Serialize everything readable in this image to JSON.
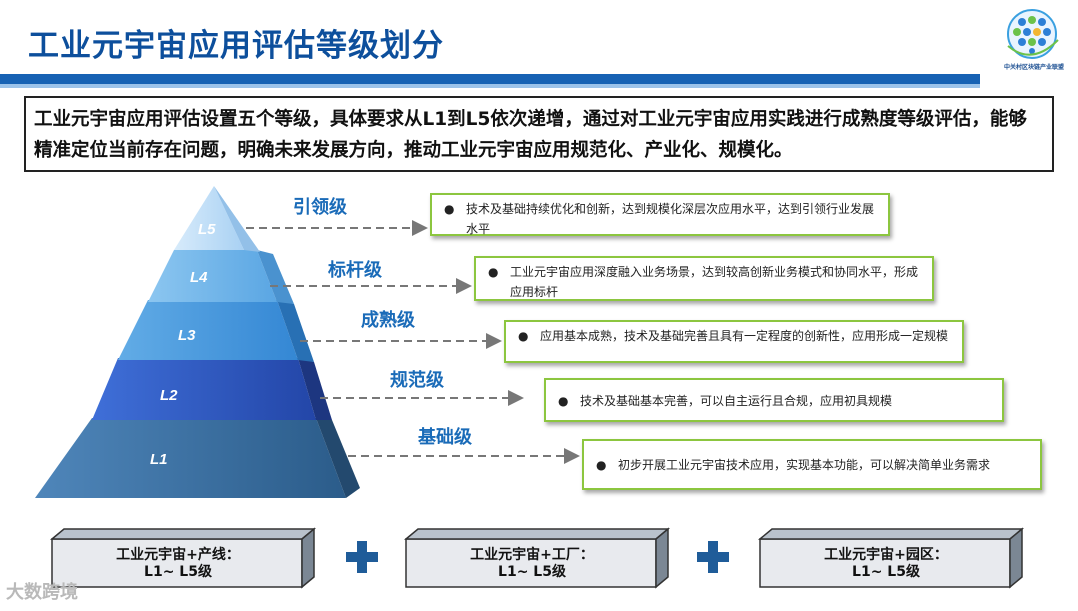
{
  "title": "工业元宇宙应用评估等级划分",
  "logo": {
    "icon": "globe-hexagon-logo",
    "text": "中关村区块链产业联盟"
  },
  "intro": "工业元宇宙应用评估设置五个等级，具体要求从L1到L5依次递增，通过对工业元宇宙应用实践进行成熟度等级评估，能够精准定位当前存在问题，明确未来发展方向，推动工业元宇宙应用规范化、产业化、规模化。",
  "levels": [
    {
      "code": "L5",
      "name": "引领级",
      "desc": "技术及基础持续优化和创新，达到规模化深层次应用水平，达到引领行业发展水平"
    },
    {
      "code": "L4",
      "name": "标杆级",
      "desc": "工业元宇宙应用深度融入业务场景，达到较高创新业务模式和协同水平，形成应用标杆"
    },
    {
      "code": "L3",
      "name": "成熟级",
      "desc": "应用基本成熟，技术及基础完善且具有一定程度的创新性，应用形成一定规模"
    },
    {
      "code": "L2",
      "name": "规范级",
      "desc": "技术及基础基本完善，可以自主运行且合规，应用初具规模"
    },
    {
      "code": "L1",
      "name": "基础级",
      "desc": "初步开展工业元宇宙技术应用，实现基本功能，可以解决简单业务需求"
    }
  ],
  "bullet": "●",
  "bottom": [
    {
      "line1": "工业元宇宙+产线：",
      "line2": "L1~ L5级"
    },
    {
      "line1": "工业元宇宙+工厂：",
      "line2": "L1~ L5级"
    },
    {
      "line1": "工业元宇宙+园区：",
      "line2": "L1~ L5级"
    }
  ],
  "watermark": "大数跨境",
  "colors": {
    "title": "#0d4f9c",
    "bar": "#1762b4",
    "label": "#1a6bb8",
    "box_border": "#8cc63f",
    "plus": "#1f5c99"
  }
}
